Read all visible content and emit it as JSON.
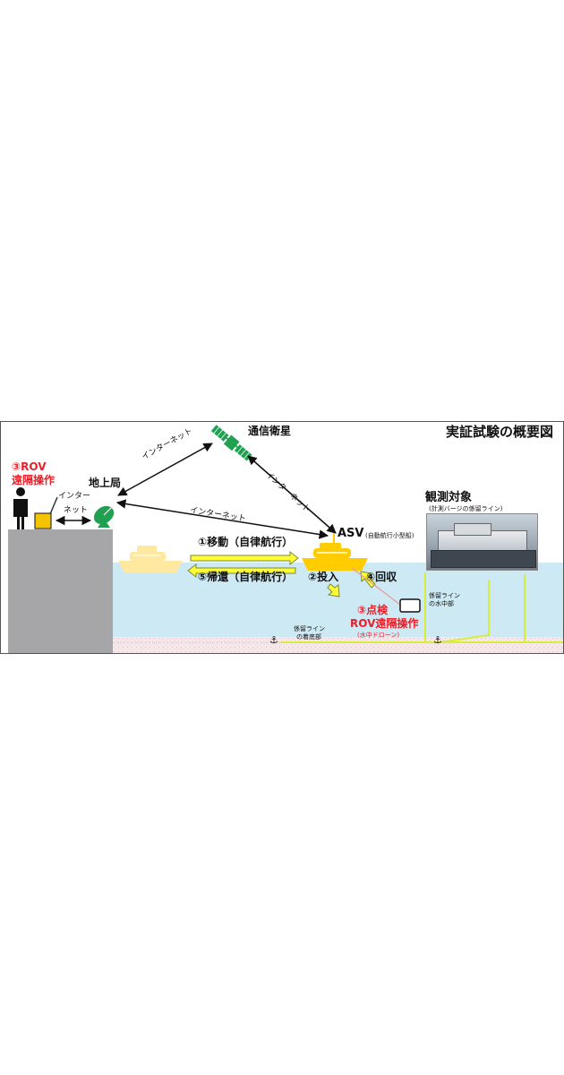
{
  "diagram": {
    "title": "実証試験の概要図",
    "satellite_label": "通信衛星",
    "ground_station_label": "地上局",
    "rov_operation_top": [
      "③ROV",
      "遠隔操作"
    ],
    "internet_short": [
      "インター",
      "ネット"
    ],
    "internet_label": "インターネット",
    "asv_label": "ASV",
    "asv_sub": "(自動航行小型船)",
    "move_label": "①移動（自律航行）",
    "return_label": "⑤帰還（自律航行）",
    "deploy_label": "②投入",
    "recover_label": "④回収",
    "inspect_label": "③点検",
    "rov_operation_bottom": "ROV遠隔操作",
    "underwater_drone": "(水中ドローン)",
    "target_label": "観測対象",
    "target_sub": "(計測バージの係留ライン)",
    "mooring_underwater": [
      "係留ライン",
      "の水中部"
    ],
    "mooring_bottom": [
      "係留ライン",
      "の着底部"
    ],
    "anchor_glyph": "⚓",
    "colors": {
      "water": "#cde9f4",
      "ground": "#a6a6a8",
      "ship": "#ffcc00",
      "ghost_ship": "#ffe9a0",
      "arrow_fill": "#ffff33",
      "arrow_edge": "#7a8a3a",
      "mooring_line": "#d8ec3c",
      "satellite": "#20a050",
      "accent_red": "#e8202a"
    }
  }
}
